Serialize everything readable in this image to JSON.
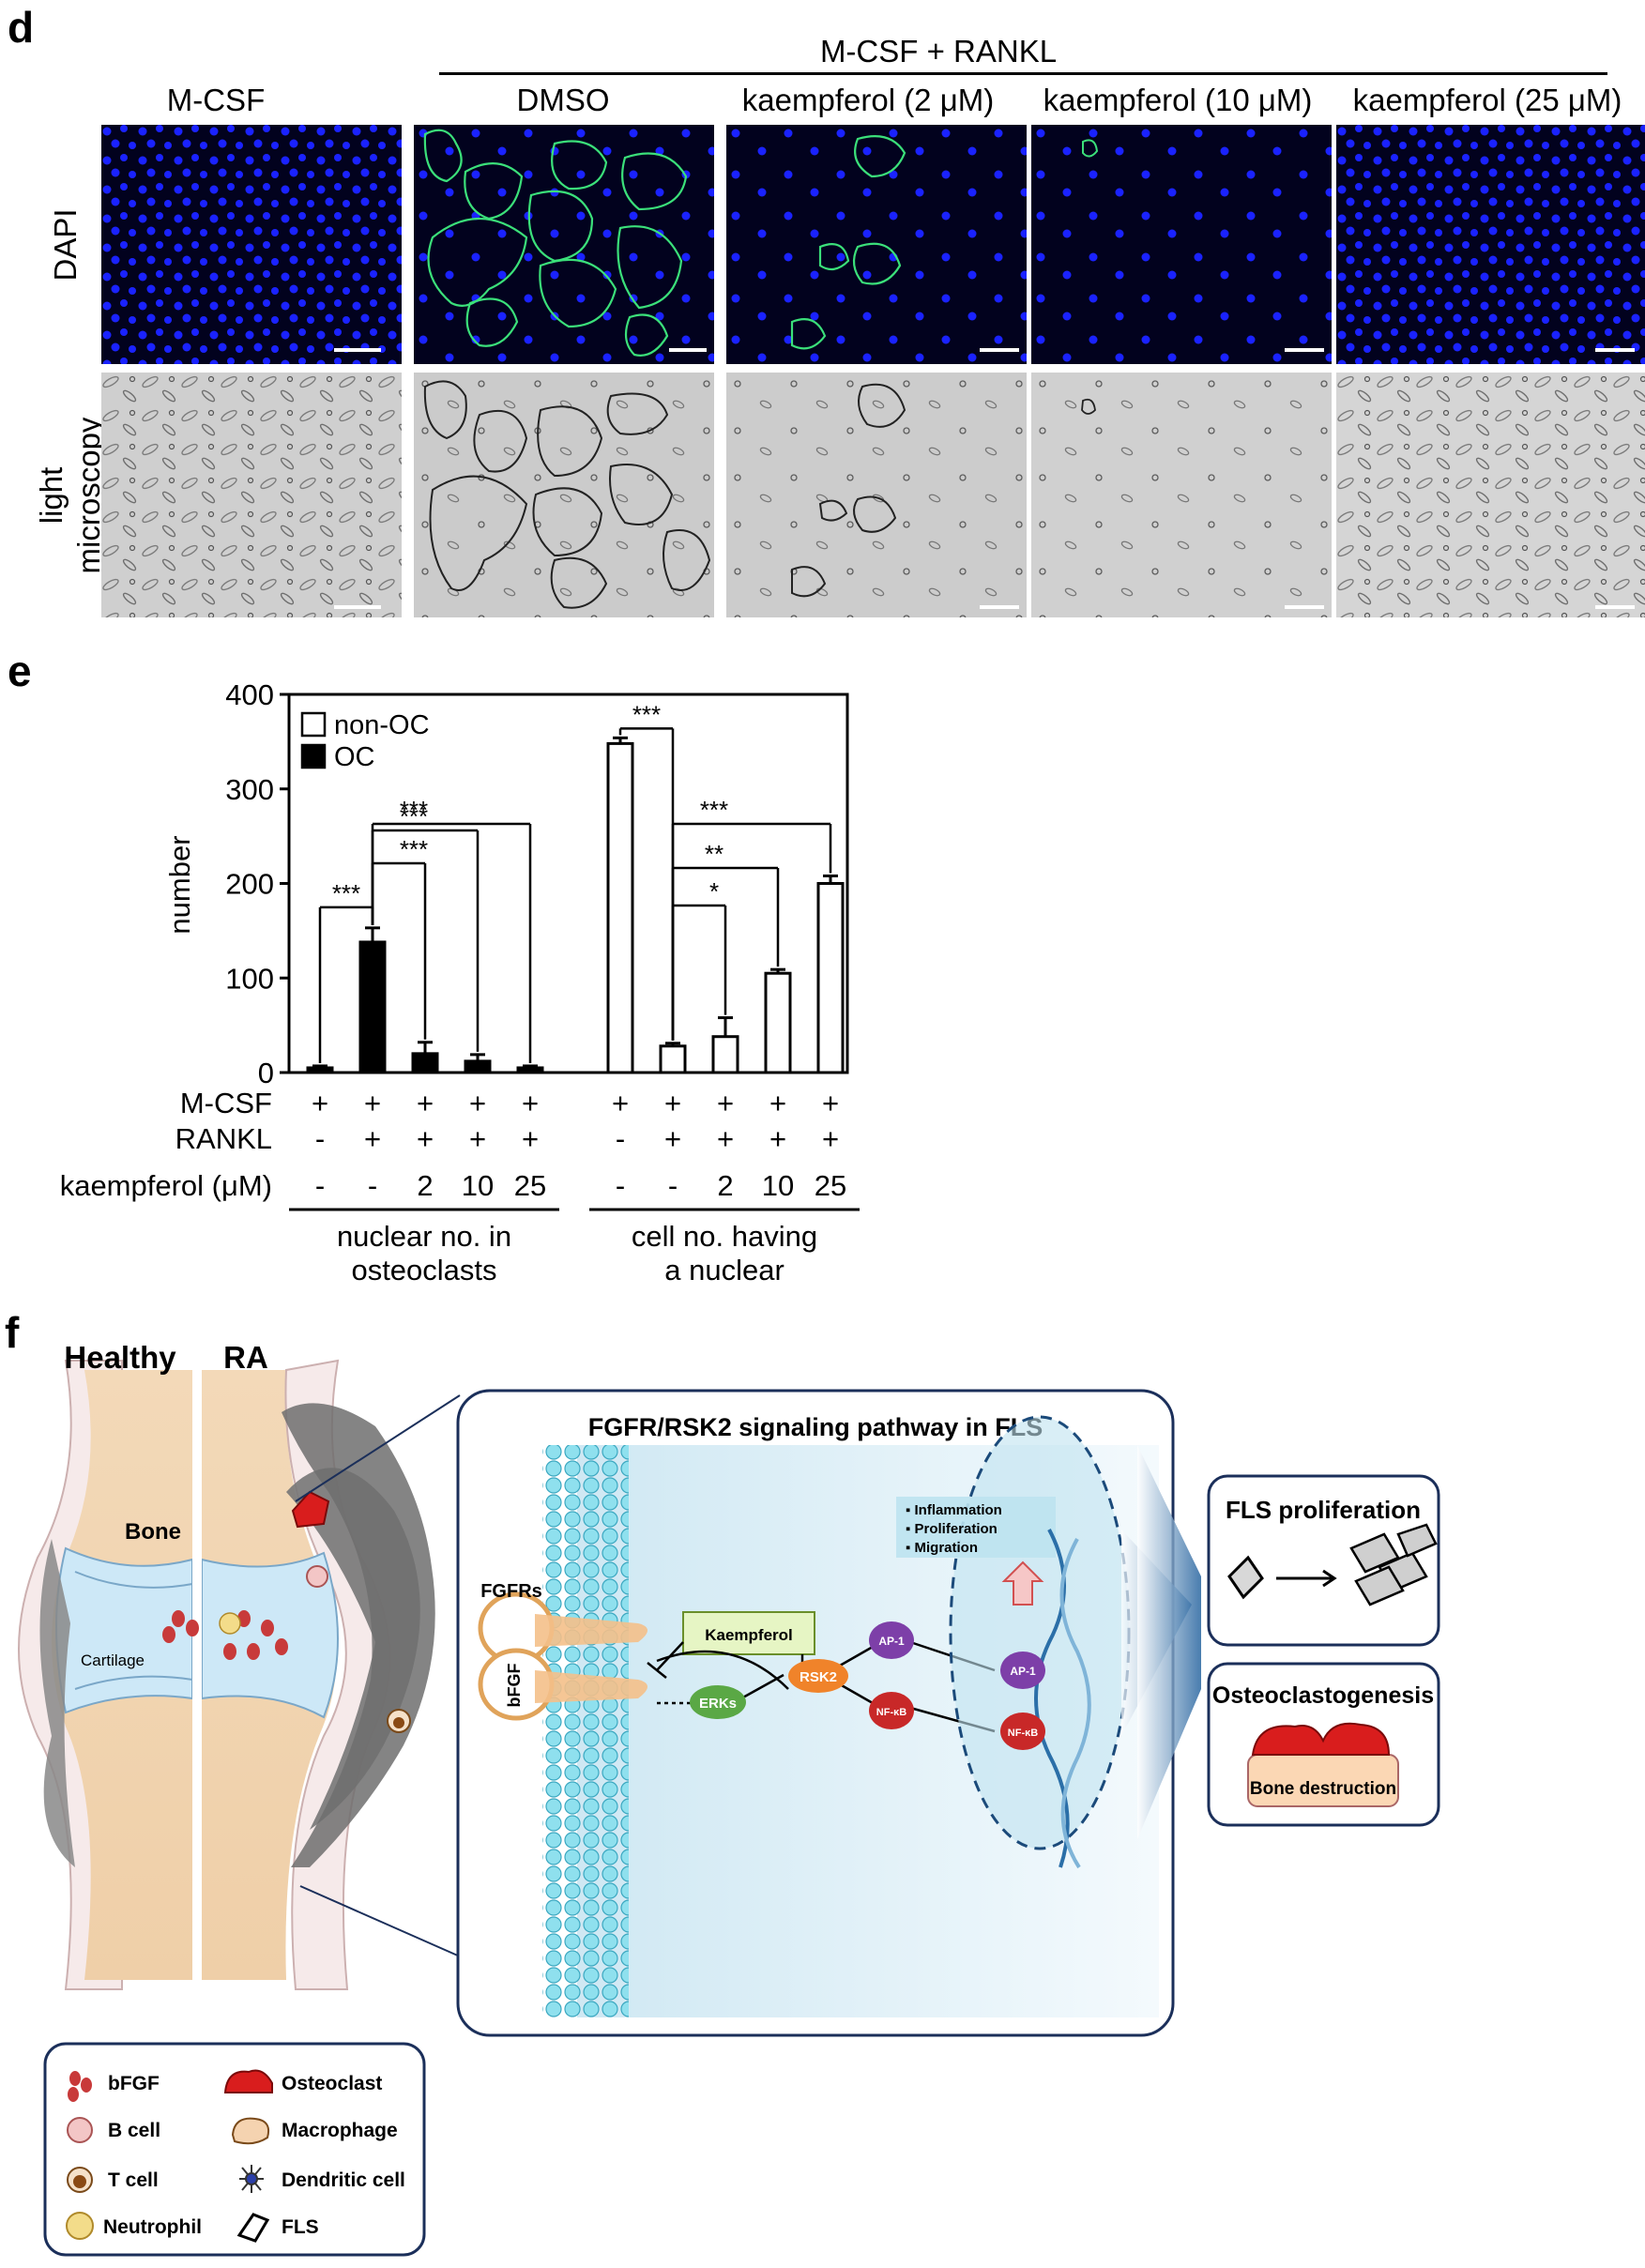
{
  "panel_d": {
    "letter": "d",
    "group_header": "M-CSF + RANKL",
    "columns": [
      "M-CSF",
      "DMSO",
      "kaempferol (2 μM)",
      "kaempferol (10 μM)",
      "kaempferol (25 μM)"
    ],
    "rows": [
      "DAPI",
      "light microscopy"
    ],
    "colors": {
      "dapi_background": "#02021e",
      "nuclei": "#1a22ff",
      "osteoclast_outline": "#3be07a",
      "lm_background": "#c9c9c9"
    }
  },
  "panel_e": {
    "letter": "e",
    "chart_data": {
      "type": "bar",
      "ylabel": "number",
      "ylim": [
        0,
        400
      ],
      "yticks": [
        0,
        100,
        200,
        300,
        400
      ],
      "legend": [
        {
          "name": "non-OC",
          "fill": "#ffffff"
        },
        {
          "name": "OC",
          "fill": "#000000"
        }
      ],
      "groups": [
        {
          "label_line1": "nuclear no. in",
          "label_line2": "osteoclasts",
          "series": "OC",
          "values": [
            5,
            138,
            20,
            12,
            5
          ],
          "errors": [
            2,
            15,
            12,
            7,
            2
          ]
        },
        {
          "label_line1": "cell no. having",
          "label_line2": "a nuclear",
          "series": "non-OC",
          "values": [
            348,
            28,
            38,
            105,
            200
          ],
          "errors": [
            6,
            3,
            20,
            4,
            8
          ]
        }
      ],
      "conditions": {
        "row_labels": [
          "M-CSF",
          "RANKL",
          "kaempferol (μM)"
        ],
        "mcsf": [
          "+",
          "+",
          "+",
          "+",
          "+"
        ],
        "rankl": [
          "-",
          "+",
          "+",
          "+",
          "+"
        ],
        "kaempferol": [
          "-",
          "-",
          "2",
          "10",
          "25"
        ]
      },
      "significance": [
        {
          "group": 0,
          "from": 0,
          "to": 1,
          "label": "***"
        },
        {
          "group": 0,
          "from": 1,
          "to": 2,
          "label": "***"
        },
        {
          "group": 0,
          "from": 1,
          "to": 3,
          "label": "***"
        },
        {
          "group": 0,
          "from": 1,
          "to": 4,
          "label": "***"
        },
        {
          "group": 1,
          "from": 0,
          "to": 1,
          "label": "***"
        },
        {
          "group": 1,
          "from": 1,
          "to": 2,
          "label": "*"
        },
        {
          "group": 1,
          "from": 1,
          "to": 3,
          "label": "**"
        },
        {
          "group": 1,
          "from": 1,
          "to": 4,
          "label": "***"
        }
      ]
    }
  },
  "panel_f": {
    "letter": "f",
    "joint_labels": {
      "healthy": "Healthy",
      "ra": "RA",
      "bone": "Bone",
      "cartilage": "Cartilage"
    },
    "pathway_title": "FGFR/RSK2 signaling pathway in FLS",
    "nodes": {
      "fgfrs": "FGFRs",
      "bfgf": "bFGF",
      "kaempferol": "Kaempferol",
      "erks": "ERKs",
      "rsk2": "RSK2",
      "ap1": "AP-1",
      "nfkb": "NF-κB"
    },
    "outcomes": [
      "Inflammation",
      "Proliferation",
      "Migration"
    ],
    "results": {
      "proliferation_title": "FLS proliferation",
      "osteo_title": "Osteoclastogenesis",
      "bone_destruction": "Bone destruction"
    },
    "legend": [
      {
        "label": "bFGF",
        "icon": "bfgf-icon"
      },
      {
        "label": "Osteoclast",
        "icon": "osteoclast-icon"
      },
      {
        "label": "B cell",
        "icon": "b-cell-icon"
      },
      {
        "label": "Macrophage",
        "icon": "macrophage-icon"
      },
      {
        "label": "T cell",
        "icon": "t-cell-icon"
      },
      {
        "label": "Dendritic cell",
        "icon": "dendritic-cell-icon"
      },
      {
        "label": "Neutrophil",
        "icon": "neutrophil-icon"
      },
      {
        "label": "FLS",
        "icon": "fls-icon"
      }
    ]
  }
}
